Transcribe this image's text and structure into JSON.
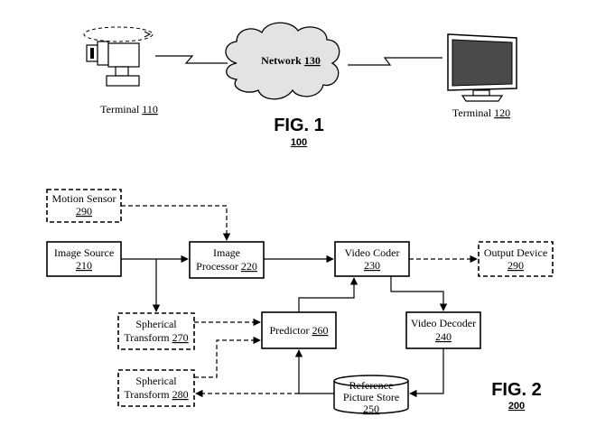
{
  "fig1": {
    "title": "FIG. 1",
    "number": "100",
    "network": {
      "label": "Network",
      "ref": "130"
    },
    "terminal_a": {
      "label": "Terminal",
      "ref": "110"
    },
    "terminal_b": {
      "label": "Terminal",
      "ref": "120"
    }
  },
  "fig2": {
    "title": "FIG. 2",
    "number": "200",
    "motion_sensor": {
      "label": "Motion Sensor",
      "ref": "290"
    },
    "image_source": {
      "label": "Image Source",
      "ref": "210"
    },
    "image_processor": {
      "label1": "Image",
      "label2": "Processor",
      "ref": "220"
    },
    "video_coder": {
      "label": "Video Coder",
      "ref": "230"
    },
    "output_device": {
      "label": "Output Device",
      "ref": "290"
    },
    "spherical_transform_a": {
      "label1": "Spherical",
      "label2": "Transform",
      "ref": "270"
    },
    "predictor": {
      "label": "Predictor",
      "ref": "260"
    },
    "video_decoder": {
      "label": "Video Decoder",
      "ref": "240"
    },
    "spherical_transform_b": {
      "label1": "Spherical",
      "label2": "Transform",
      "ref": "280"
    },
    "reference_store": {
      "label1": "Reference",
      "label2": "Picture Store",
      "ref": "250"
    }
  }
}
